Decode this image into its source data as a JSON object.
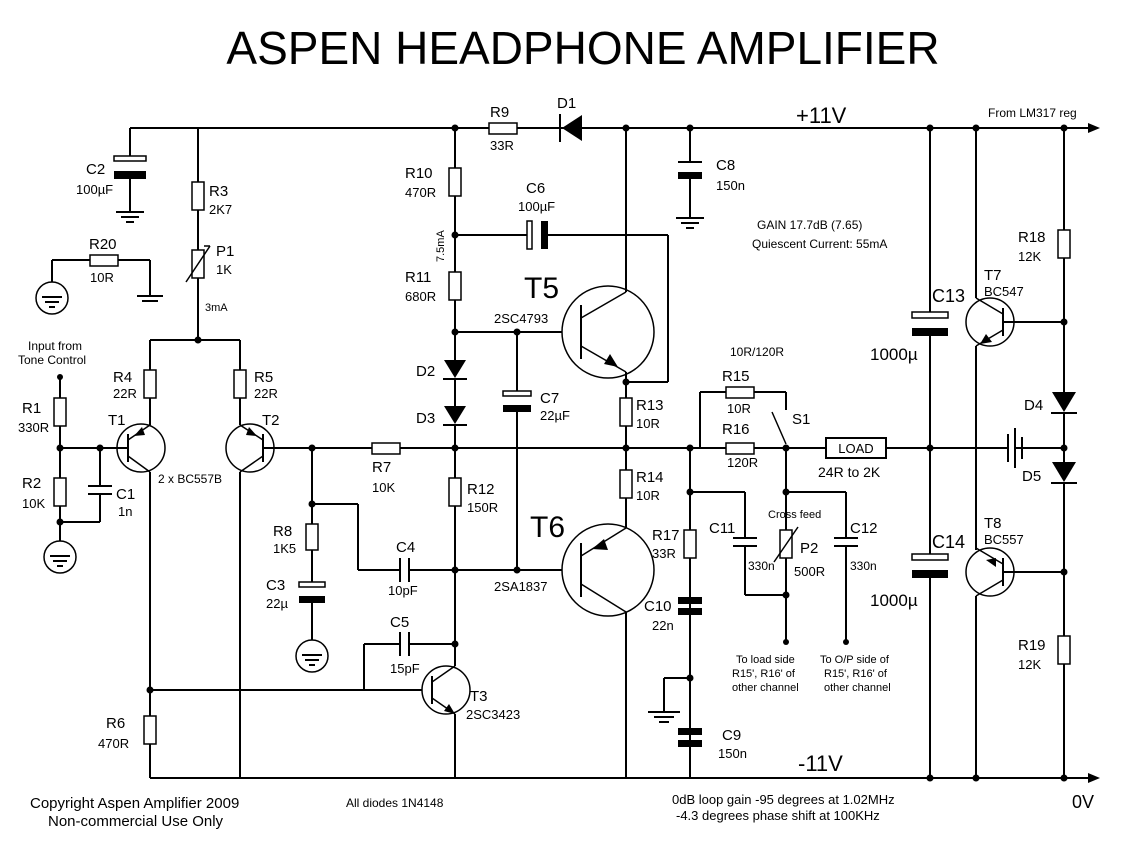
{
  "title": "ASPEN HEADPHONE AMPLIFIER",
  "rails": {
    "pos": "+11V",
    "neg": "-11V",
    "zero": "0V",
    "from_reg": "From LM317 reg"
  },
  "components": {
    "C2": {
      "ref": "C2",
      "value": "100µF"
    },
    "R3": {
      "ref": "R3",
      "value": "2K7"
    },
    "P1": {
      "ref": "P1",
      "value": "1K"
    },
    "R20": {
      "ref": "R20",
      "value": "10R"
    },
    "R9": {
      "ref": "R9",
      "value": "33R"
    },
    "D1": {
      "ref": "D1"
    },
    "C8": {
      "ref": "C8",
      "value": "150n"
    },
    "R10": {
      "ref": "R10",
      "value": "470R"
    },
    "C6": {
      "ref": "C6",
      "value": "100µF"
    },
    "R11": {
      "ref": "R11",
      "value": "680R"
    },
    "T5": {
      "ref": "T5",
      "value": "2SC4793"
    },
    "D2": {
      "ref": "D2"
    },
    "D3": {
      "ref": "D3"
    },
    "C7": {
      "ref": "C7",
      "value": "22µF"
    },
    "R13": {
      "ref": "R13",
      "value": "10R"
    },
    "R14": {
      "ref": "R14",
      "value": "10R"
    },
    "R15": {
      "ref": "R15",
      "value": "10R"
    },
    "R16": {
      "ref": "R16",
      "value": "120R"
    },
    "S1": {
      "ref": "S1"
    },
    "LOAD": {
      "ref": "LOAD",
      "value": "24R to 2K"
    },
    "R18": {
      "ref": "R18",
      "value": "12K"
    },
    "T7": {
      "ref": "T7",
      "value": "BC547"
    },
    "C13": {
      "ref": "C13",
      "value": "1000µ"
    },
    "D4": {
      "ref": "D4"
    },
    "D5": {
      "ref": "D5"
    },
    "C14": {
      "ref": "C14",
      "value": "1000µ"
    },
    "T8": {
      "ref": "T8",
      "value": "BC557"
    },
    "R19": {
      "ref": "R19",
      "value": "12K"
    },
    "R4": {
      "ref": "R4",
      "value": "22R"
    },
    "R5": {
      "ref": "R5",
      "value": "22R"
    },
    "T1": {
      "ref": "T1"
    },
    "T2": {
      "ref": "T2"
    },
    "pair": "2 x BC557B",
    "R1": {
      "ref": "R1",
      "value": "330R"
    },
    "R2": {
      "ref": "R2",
      "value": "10K"
    },
    "C1": {
      "ref": "C1",
      "value": "1n"
    },
    "R7": {
      "ref": "R7",
      "value": "10K"
    },
    "R8": {
      "ref": "R8",
      "value": "1K5"
    },
    "C3": {
      "ref": "C3",
      "value": "22µ"
    },
    "C4": {
      "ref": "C4",
      "value": "10pF"
    },
    "R12": {
      "ref": "R12",
      "value": "150R"
    },
    "T6": {
      "ref": "T6",
      "value": "2SA1837"
    },
    "C5": {
      "ref": "C5",
      "value": "15pF"
    },
    "T3": {
      "ref": "T3",
      "value": "2SC3423"
    },
    "R6": {
      "ref": "R6",
      "value": "470R"
    },
    "R17": {
      "ref": "R17",
      "value": "33R"
    },
    "C10": {
      "ref": "C10",
      "value": "22n"
    },
    "C9": {
      "ref": "C9",
      "value": "150n"
    },
    "C11": {
      "ref": "C11",
      "value": "330n"
    },
    "P2": {
      "ref": "P2",
      "value": "500R"
    },
    "C12": {
      "ref": "C12",
      "value": "330n"
    }
  },
  "notes": {
    "current_7_5": "7.5mA",
    "current_3": "3mA",
    "r15_r16": "10R/120R",
    "gain": "GAIN  17.7dB (7.65)",
    "quiescent": "Quiescent Current: 55mA",
    "input_1": "Input from",
    "input_2": "Tone Control",
    "crossfeed": "Cross feed",
    "to_load_1": "To load side",
    "to_load_2": "R15', R16' of",
    "to_load_3": "other channel",
    "to_op_1": "To O/P side of",
    "to_op_2": "R15', R16' of",
    "to_op_3": "other channel",
    "copyright_1": "Copyright Aspen Amplifier 2009",
    "copyright_2": "Non-commercial Use Only",
    "diodes": "All diodes 1N4148",
    "loop_1": "0dB loop gain -95 degrees at 1.02MHz",
    "loop_2": "-4.3 degrees phase shift at 100KHz"
  }
}
